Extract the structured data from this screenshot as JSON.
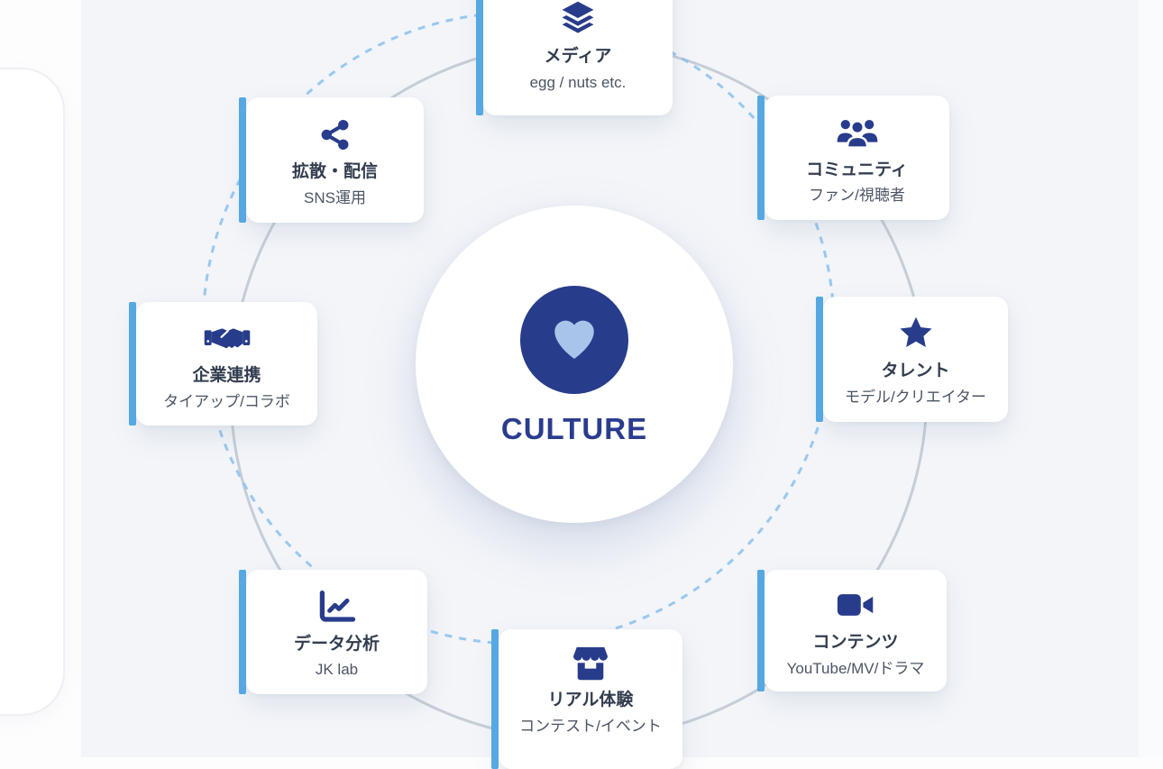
{
  "center": {
    "label": "CULTURE",
    "icon": "heart-icon"
  },
  "cards": [
    {
      "id": "media",
      "title": "メディア",
      "subtitle": "egg / nuts etc.",
      "icon": "layers-icon"
    },
    {
      "id": "spread",
      "title": "拡散・配信",
      "subtitle": "SNS運用",
      "icon": "share-nodes-icon"
    },
    {
      "id": "community",
      "title": "コミュニティ",
      "subtitle": "ファン/視聴者",
      "icon": "users-icon"
    },
    {
      "id": "corporate",
      "title": "企業連携",
      "subtitle": "タイアップ/コラボ",
      "icon": "handshake-icon"
    },
    {
      "id": "talent",
      "title": "タレント",
      "subtitle": "モデル/クリエイター",
      "icon": "star-icon"
    },
    {
      "id": "data",
      "title": "データ分析",
      "subtitle": "JK lab",
      "icon": "chart-line-icon"
    },
    {
      "id": "real",
      "title": "リアル体験",
      "subtitle": "コンテスト/イベント",
      "icon": "store-icon"
    },
    {
      "id": "contents",
      "title": "コンテンツ",
      "subtitle": "YouTube/MV/ドラマ",
      "icon": "video-icon"
    }
  ],
  "colors": {
    "accent_bar": "#55a8e2",
    "navy": "#283c8c",
    "heart": "#a9c4ea",
    "ring_solid": "#c6cdd8",
    "ring_dashed": "#8fc3ee",
    "background_main": "#f3f5f9",
    "card_title": "#323d4f",
    "card_subtitle": "#4b5565"
  }
}
